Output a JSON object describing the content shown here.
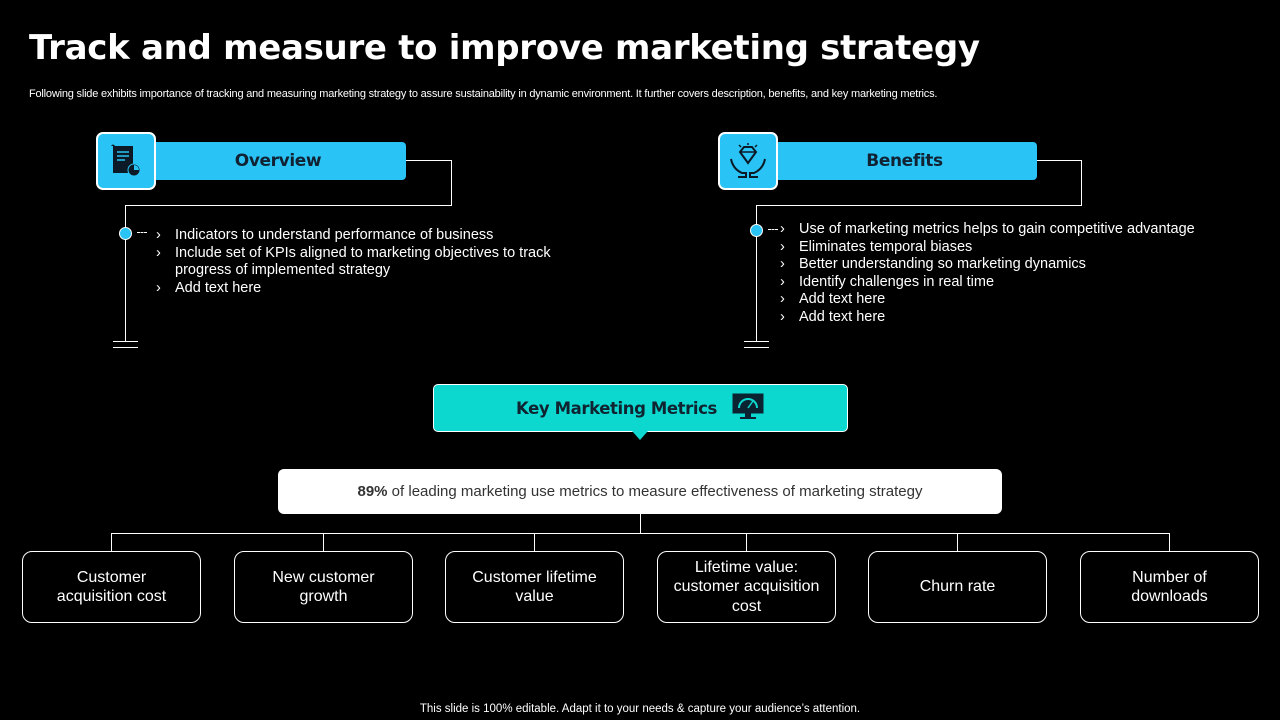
{
  "title": "Track and measure to improve marketing strategy",
  "subtitle": "Following slide exhibits importance of tracking and measuring marketing strategy to assure sustainability in dynamic environment. It further covers description, benefits, and key marketing metrics.",
  "overview": {
    "label": "Overview",
    "icon": "document-chart-icon",
    "items": [
      "Indicators to understand performance of business",
      "Include set of KPIs aligned to marketing objectives to track progress of implemented strategy",
      "Add text here"
    ]
  },
  "benefits": {
    "label": "Benefits",
    "icon": "diamond-hands-icon",
    "items": [
      "Use of marketing metrics helps to gain competitive advantage",
      "Eliminates temporal biases",
      "Better understanding so marketing dynamics",
      "Identify challenges in real time",
      "Add text here",
      "Add text here"
    ]
  },
  "key_metrics": {
    "label": "Key Marketing Metrics",
    "icon": "monitor-gauge-icon",
    "stat_value": "89%",
    "stat_text": " of leading marketing use metrics to measure effectiveness of marketing strategy",
    "metrics": [
      "Customer acquisition cost",
      "New customer growth",
      "Customer lifetime value",
      "Lifetime value: customer acquisition cost",
      "Churn rate",
      "Number of downloads"
    ]
  },
  "footer": "This slide is 100% editable. Adapt it to your needs & capture your audience’s attention.",
  "colors": {
    "header_blue": "#29c4f5",
    "teal": "#0dd8cf",
    "background": "#000000"
  }
}
